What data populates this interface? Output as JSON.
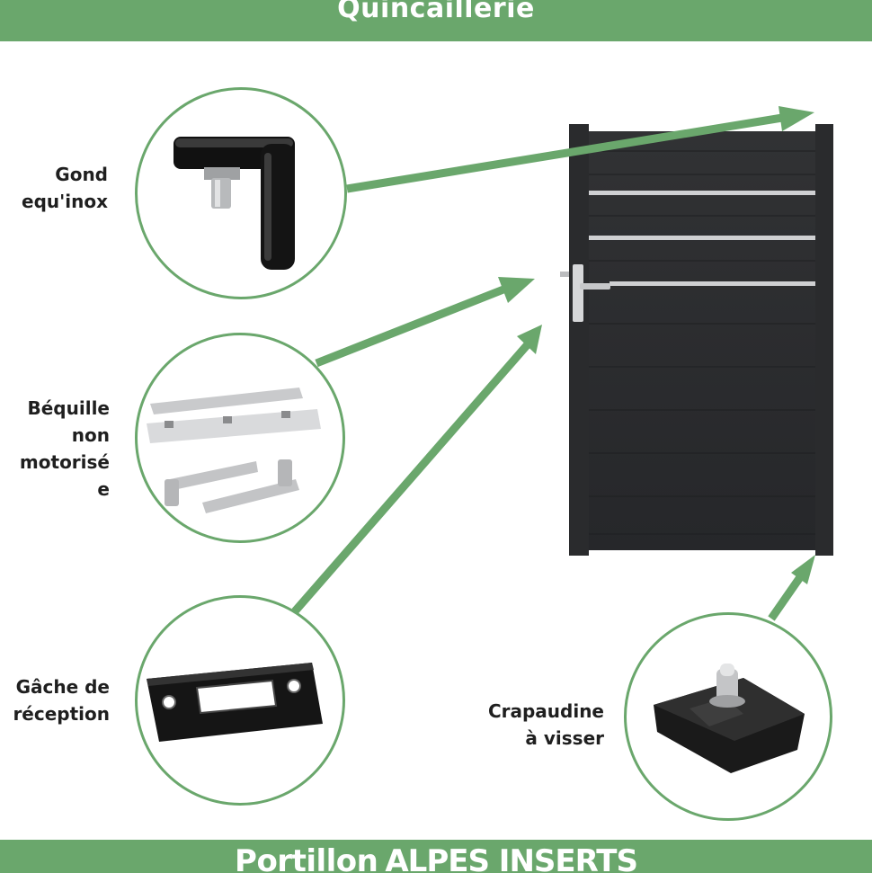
{
  "header": {
    "title": "Quincaillerie"
  },
  "footer": {
    "title_part1": "Portillon",
    "title_part2": "ALPES INSERTS"
  },
  "accent_color": "#6aa76c",
  "gate_color": "#2b2c2e",
  "items": [
    {
      "label": "Gond\nequ'inox",
      "icon": "hinge-icon"
    },
    {
      "label": "Béquille\nnon\nmotorisé\ne",
      "icon": "handle-set-icon"
    },
    {
      "label": "Gâche de\nréception",
      "icon": "strike-plate-icon"
    },
    {
      "label": "Crapaudine\nà visser",
      "icon": "pivot-base-icon"
    }
  ]
}
